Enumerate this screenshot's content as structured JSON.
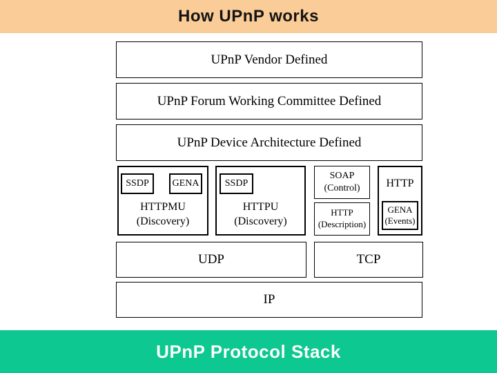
{
  "slide": {
    "header": {
      "title": "How UPnP works"
    },
    "footer": {
      "title": "UPnP Protocol Stack"
    },
    "colors": {
      "header_bg": "#FACC97",
      "footer_bg": "#0DC890",
      "footer_text": "#FBFEFA",
      "box_border": "#000000",
      "box_bg": "#FFFFFF"
    },
    "layers": {
      "vendor": "UPnP Vendor Defined",
      "forum": "UPnP Forum Working Committee Defined",
      "device": "UPnP Device Architecture Defined",
      "httpmu": {
        "label": "HTTPMU",
        "sublabel": "(Discovery)",
        "protocols": [
          "SSDP",
          "GENA"
        ]
      },
      "httpu": {
        "label": "HTTPU",
        "sublabel": "(Discovery)",
        "protocols": [
          "SSDP"
        ]
      },
      "soap": {
        "label": "SOAP",
        "sublabel": "(Control)"
      },
      "http_description": {
        "label": "HTTP",
        "sublabel": "(Description)"
      },
      "http_events": {
        "label": "HTTP",
        "inner_label": "GENA",
        "inner_sublabel": "(Events)"
      },
      "udp": "UDP",
      "tcp": "TCP",
      "ip": "IP"
    }
  }
}
